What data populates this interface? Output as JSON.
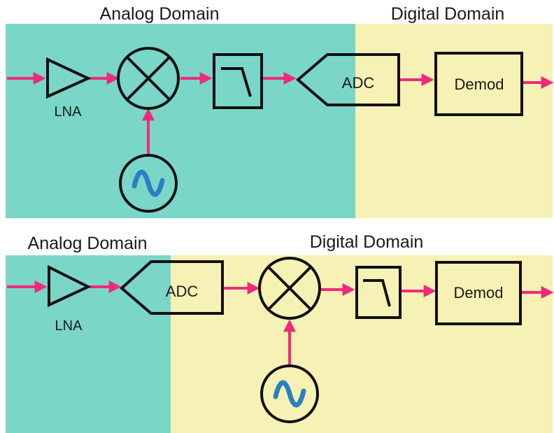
{
  "colors": {
    "analog_bg": "#7ad6c6",
    "digital_bg": "#f6f1b4",
    "signal": "#ee2a7b",
    "stroke": "#111111",
    "sine": "#2a7fc4"
  },
  "top": {
    "analog_title": "Analog Domain",
    "digital_title": "Digital Domain",
    "lna": "LNA",
    "adc": "ADC",
    "demod": "Demod"
  },
  "bottom": {
    "analog_title": "Analog Domain",
    "digital_title": "Digital Domain",
    "lna": "LNA",
    "adc": "ADC",
    "demod": "Demod"
  }
}
